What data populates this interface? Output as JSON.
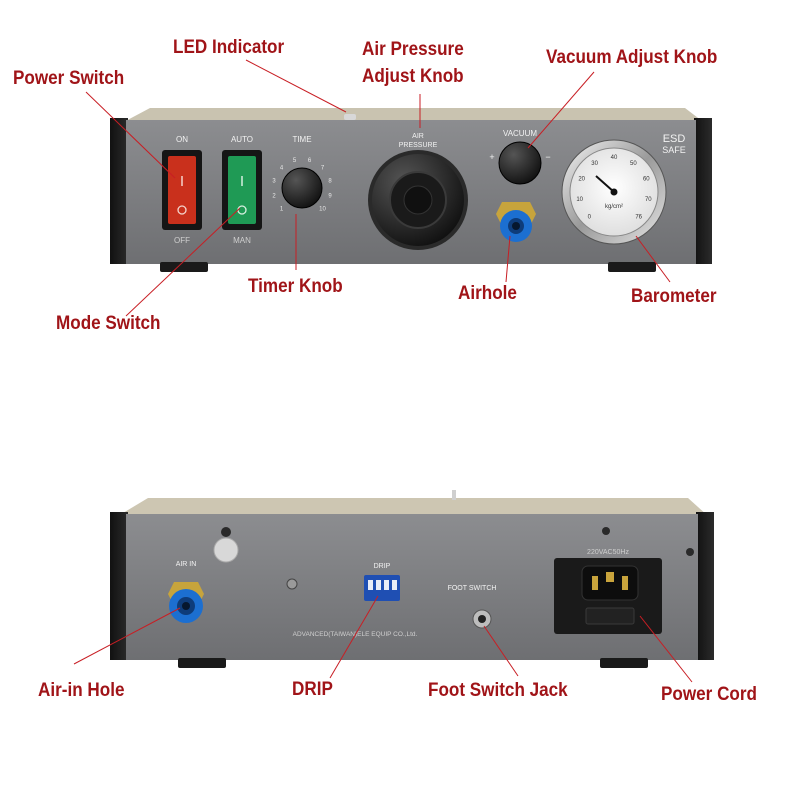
{
  "callouts": {
    "led_indicator": "LED Indicator",
    "air_pressure_line1": "Air Pressure",
    "air_pressure_line2": "Adjust Knob",
    "vacuum_adjust_knob": "Vacuum Adjust Knob",
    "power_switch": "Power Switch",
    "timer_knob": "Timer Knob",
    "airhole": "Airhole",
    "barometer": "Barometer",
    "mode_switch": "Mode Switch",
    "air_in_hole": "Air-in Hole",
    "drip": "DRIP",
    "foot_switch_jack": "Foot Switch Jack",
    "power_cord": "Power Cord"
  },
  "front_panel": {
    "on": "ON",
    "off": "OFF",
    "auto": "AUTO",
    "man": "MAN",
    "time": "TIME",
    "air_pressure_1": "AIR",
    "air_pressure_2": "PRESSURE",
    "vacuum": "VACUUM",
    "esd_1": "ESD",
    "esd_2": "SAFE",
    "plus": "+",
    "minus": "−",
    "dial_ticks": [
      "1",
      "2",
      "3",
      "4",
      "5",
      "6",
      "7",
      "8",
      "9",
      "10"
    ],
    "gauge_ticks": [
      "0",
      "10",
      "20",
      "30",
      "40",
      "50",
      "60",
      "70",
      "76"
    ],
    "gauge_unit": "kg/cm²"
  },
  "back_panel": {
    "air_in": "AIR IN",
    "drip": "DRIP",
    "foot_switch": "FOOT SWITCH",
    "voltage": "220VAC50Hz",
    "maker": "ADVANCED(TAIWAN)ELE EQUIP CO.,Ltd."
  },
  "colors": {
    "callout_red": "#a01418",
    "panel_gray": "#7c7d80",
    "power_switch_red": "#c9301c",
    "mode_switch_green": "#1f9a55",
    "fitting_blue": "#1c6fd1"
  }
}
